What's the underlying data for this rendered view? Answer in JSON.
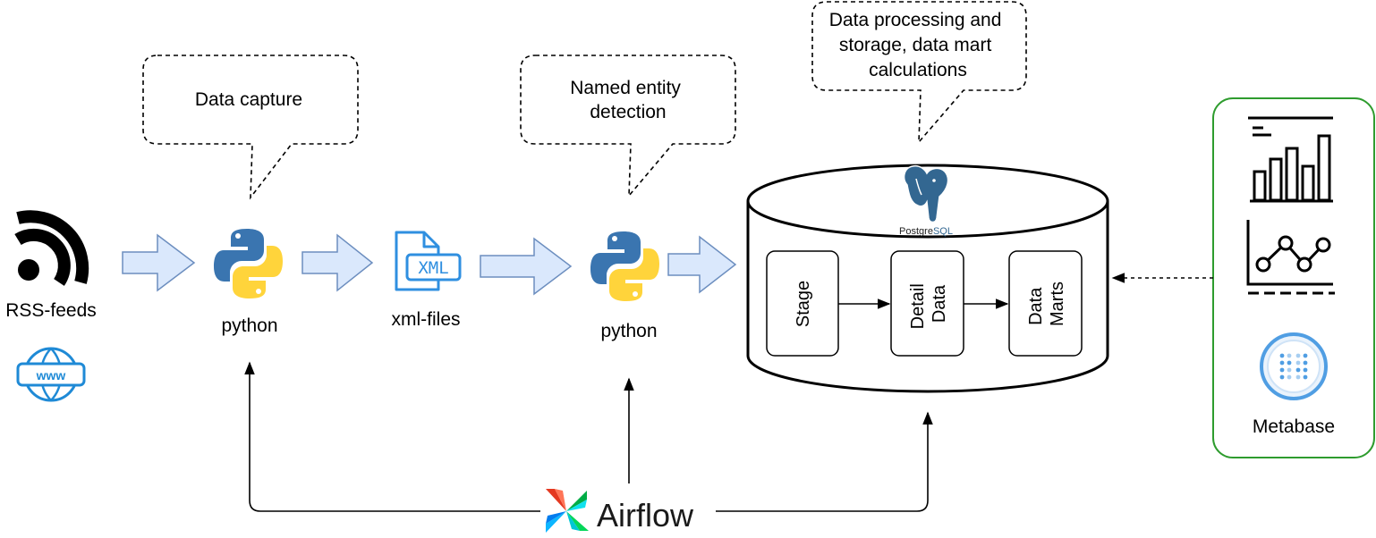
{
  "sources": {
    "rss_label": "RSS-feeds",
    "www_label": "www"
  },
  "callouts": {
    "capture": [
      "Data capture"
    ],
    "ner": [
      "Named entity",
      "detection"
    ],
    "processing": [
      "Data processing and",
      "storage, data mart",
      "calculations"
    ]
  },
  "nodes": {
    "python_capture": "python",
    "xml_files": "xml-files",
    "xml_badge": "XML",
    "python_ner": "python",
    "postgres_logo": {
      "left": "Postgre",
      "right": "SQL"
    },
    "stage": "Stage",
    "detail": [
      "Detail",
      "Data"
    ],
    "marts": [
      "Data",
      "Marts"
    ],
    "metabase": "Metabase",
    "airflow": "Airflow"
  },
  "colors": {
    "arrow_fill": "#dae8fc",
    "arrow_stroke": "#6c8ebf",
    "python_blue": "#3a75b0",
    "python_yellow": "#ffd43b",
    "xml_blue": "#2f8fe0",
    "postgres_blue": "#336791",
    "metabase_border": "#2e9c2e",
    "metabase_blue": "#509ee3"
  }
}
